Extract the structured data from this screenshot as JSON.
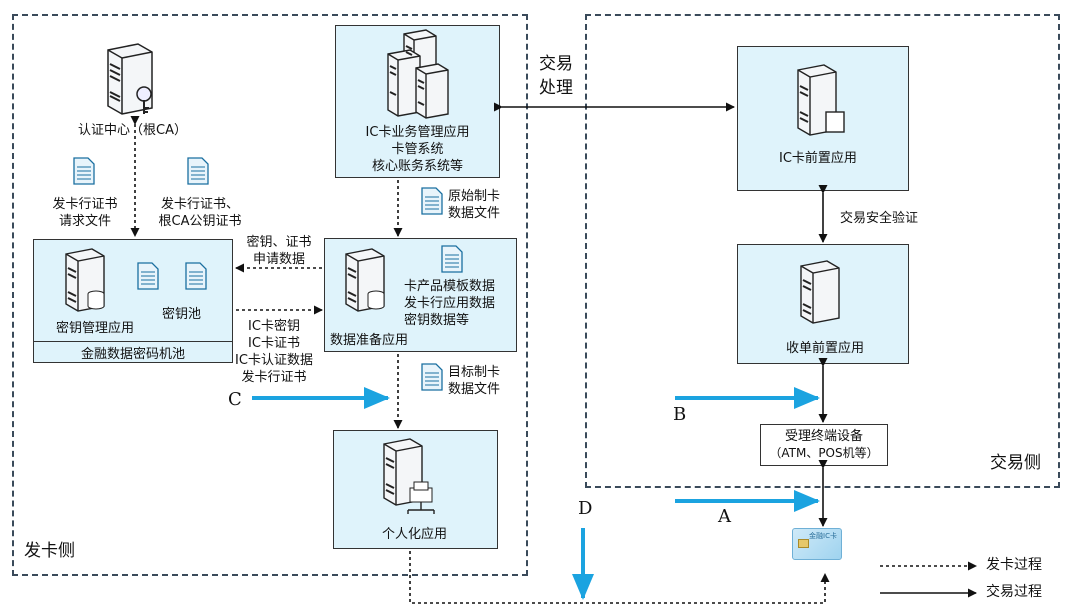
{
  "regions": {
    "issuing": "发卡侧",
    "transaction": "交易侧"
  },
  "nodes": {
    "ca": "认证中心（根CA）",
    "card_mgmt": [
      "IC卡业务管理应用",
      "卡管系统",
      "核心账务系统等"
    ],
    "key_mgmt": "密钥管理应用",
    "key_pool": "密钥池",
    "hsm_pool": "金融数据密码机池",
    "data_prep": "数据准备应用",
    "personalization": "个人化应用",
    "ic_front": "IC卡前置应用",
    "acq_front": "收单前置应用",
    "terminal": [
      "受理终端设备",
      "（ATM、POS机等）"
    ],
    "ic_card_text": "金融IC卡"
  },
  "edge_labels": {
    "issuer_cert_req": [
      "发卡行证书",
      "请求文件"
    ],
    "issuer_cert_root": [
      "发卡行证书、",
      "根CA公钥证书"
    ],
    "key_cert_req": [
      "密钥、证书",
      "申请数据"
    ],
    "ic_items": [
      "IC卡密钥",
      "IC卡证书",
      "IC卡认证数据",
      "发卡行证书"
    ],
    "raw_data": [
      "原始制卡",
      "数据文件"
    ],
    "card_product": [
      "卡产品模板数据",
      "发卡行应用数据",
      "密钥数据等"
    ],
    "target_data": [
      "目标制卡",
      "数据文件"
    ],
    "transaction_processing": [
      "交易",
      "处理"
    ],
    "security_verify": "交易安全验证"
  },
  "letters": {
    "A": "A",
    "B": "B",
    "C": "C",
    "D": "D"
  },
  "legend": {
    "issuing_process": "发卡过程",
    "transaction_process": "交易过程"
  },
  "colors": {
    "box_fill": "#dff3fb",
    "arrow_blue": "#1ba3e0",
    "region_border": "#3a4a5a"
  }
}
